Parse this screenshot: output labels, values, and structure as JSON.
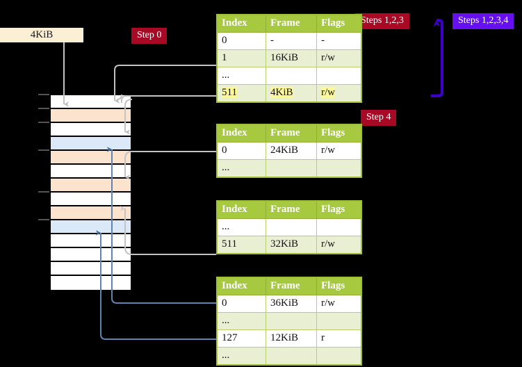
{
  "diagram": {
    "title_label": "4KiB",
    "badges": {
      "step0": "Step 0",
      "steps123": "Steps 1,2,3",
      "steps1234": "Steps 1,2,3,4",
      "step4": "Step 4"
    },
    "colors": {
      "badge_red": "#a80a26",
      "badge_purple": "#6610f2",
      "table_header": "#a6c93f",
      "table_alt_row": "#e9efd3",
      "highlight": "#fbf79a",
      "memory_orange": "#fce3cd",
      "memory_blue": "#dbe8f7",
      "caption_box": "#fbefd5",
      "arrow_gray": "#b0b0b0",
      "arrow_blue": "#5f84b1",
      "arrow_purple": "#3d00c8"
    },
    "memory": {
      "name": "physical-memory-column",
      "rows": [
        {
          "fill": "white"
        },
        {
          "fill": "orange"
        },
        {
          "fill": "white"
        },
        {
          "fill": "blue"
        },
        {
          "fill": "orange"
        },
        {
          "fill": "white"
        },
        {
          "fill": "orange"
        },
        {
          "fill": "white"
        },
        {
          "fill": "orange"
        },
        {
          "fill": "blue"
        },
        {
          "fill": "white"
        },
        {
          "fill": "white"
        },
        {
          "fill": "white"
        },
        {
          "fill": "white"
        }
      ]
    },
    "tables": [
      {
        "name": "page-table-level-0",
        "headers": [
          "Index",
          "Frame",
          "Flags"
        ],
        "rows": [
          {
            "cells": [
              "0",
              "-",
              "-"
            ],
            "alt": false,
            "highlight": false
          },
          {
            "cells": [
              "1",
              "16KiB",
              "r/w"
            ],
            "alt": true,
            "highlight": false
          },
          {
            "cells": [
              "...",
              "",
              ""
            ],
            "alt": false,
            "highlight": false
          },
          {
            "cells": [
              "511",
              "4KiB",
              "r/w"
            ],
            "alt": true,
            "highlight": true
          }
        ]
      },
      {
        "name": "page-table-level-1",
        "headers": [
          "Index",
          "Frame",
          "Flags"
        ],
        "rows": [
          {
            "cells": [
              "0",
              "24KiB",
              "r/w"
            ],
            "alt": false,
            "highlight": false
          },
          {
            "cells": [
              "...",
              "",
              ""
            ],
            "alt": true,
            "highlight": false
          }
        ]
      },
      {
        "name": "page-table-level-2",
        "headers": [
          "Index",
          "Frame",
          "Flags"
        ],
        "rows": [
          {
            "cells": [
              "...",
              "",
              ""
            ],
            "alt": false,
            "highlight": false
          },
          {
            "cells": [
              "511",
              "32KiB",
              "r/w"
            ],
            "alt": true,
            "highlight": false
          }
        ]
      },
      {
        "name": "page-table-level-3",
        "headers": [
          "Index",
          "Frame",
          "Flags"
        ],
        "rows": [
          {
            "cells": [
              "0",
              "36KiB",
              "r/w"
            ],
            "alt": false,
            "highlight": false
          },
          {
            "cells": [
              "...",
              "",
              ""
            ],
            "alt": true,
            "highlight": false
          },
          {
            "cells": [
              "127",
              "12KiB",
              "r"
            ],
            "alt": false,
            "highlight": false
          },
          {
            "cells": [
              "...",
              "",
              ""
            ],
            "alt": true,
            "highlight": false
          }
        ]
      }
    ]
  }
}
